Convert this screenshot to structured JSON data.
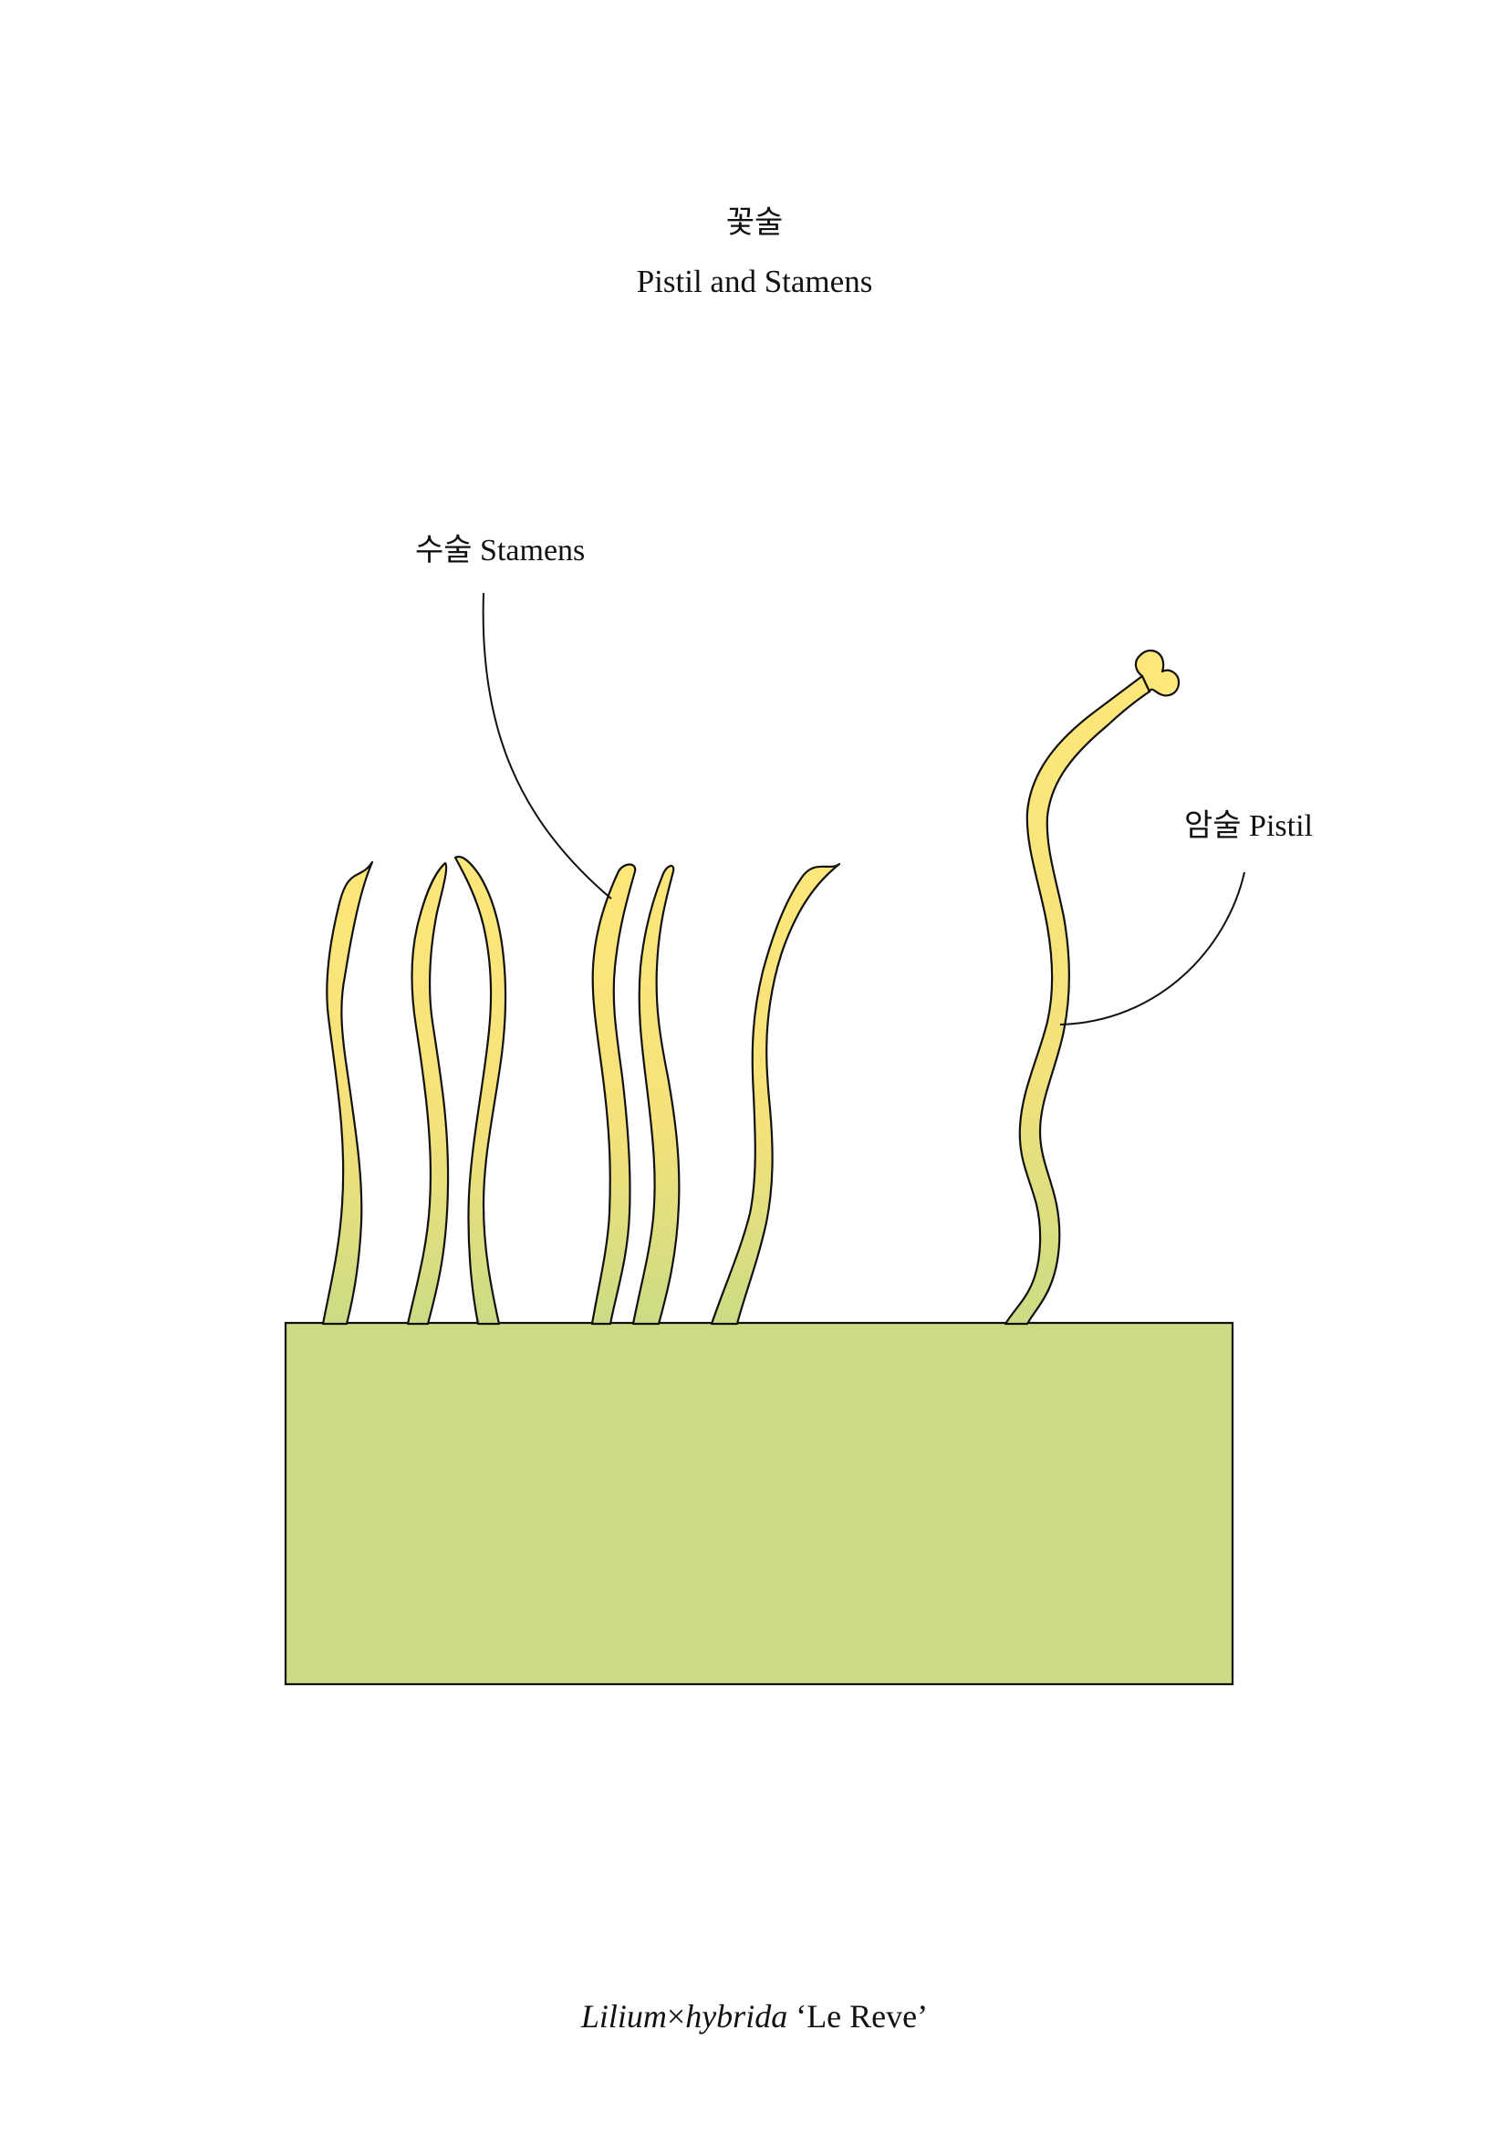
{
  "title": {
    "korean": "꽃술",
    "english": "Pistil and Stamens"
  },
  "labels": {
    "stamens": "수술 Stamens",
    "pistil": "암술 Pistil"
  },
  "caption": {
    "genus": "Lilium",
    "cross": "×",
    "species": "hybrida",
    "cultivar": "‘Le Reve’"
  },
  "colors": {
    "base_fill": "#cbdb84",
    "filament_top": "#fde77a",
    "filament_bottom": "#cbdb84",
    "outline": "#111111"
  }
}
